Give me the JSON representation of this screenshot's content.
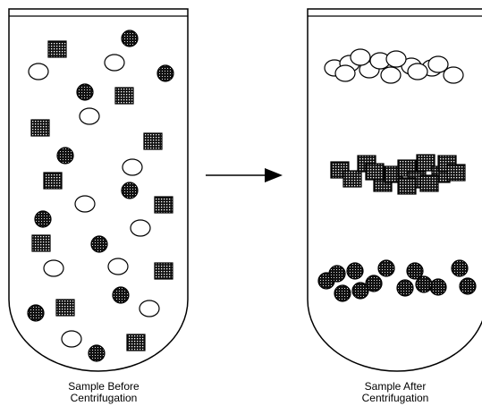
{
  "diagram": {
    "tubes": [
      {
        "id": "before",
        "caption_line1": "Sample Before",
        "caption_line2": "Centrifugation"
      },
      {
        "id": "after",
        "caption_line1": "Sample After",
        "caption_line2": "Centrifugation"
      }
    ],
    "arrow": {
      "from": "before",
      "to": "after"
    },
    "particle_types": [
      {
        "name": "open-circle",
        "fill": "#ffffff",
        "stroke": "#000000"
      },
      {
        "name": "dotted-disc",
        "fill": "#000000"
      },
      {
        "name": "hatched-square",
        "fill": "#000000"
      }
    ]
  }
}
